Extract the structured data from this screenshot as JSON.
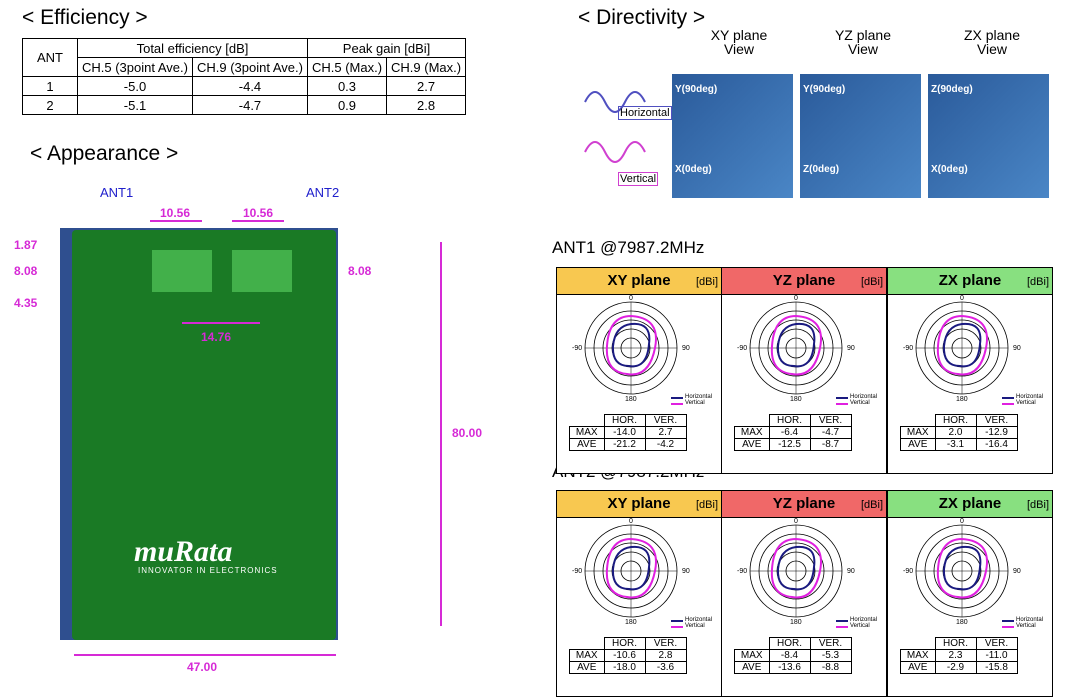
{
  "efficiency": {
    "title": "< Efficiency >",
    "header_ant": "ANT",
    "header_total": "Total efficiency  [dB]",
    "header_peak": "Peak gain [dBi]",
    "sub_headers": [
      "CH.5 (3point Ave.)",
      "CH.9 (3point Ave.)",
      "CH.5 (Max.)",
      "CH.9 (Max.)"
    ],
    "rows": [
      {
        "ant": "1",
        "v": [
          "-5.0",
          "-4.4",
          "0.3",
          "2.7"
        ]
      },
      {
        "ant": "2",
        "v": [
          "-5.1",
          "-4.7",
          "0.9",
          "2.8"
        ]
      }
    ]
  },
  "appearance": {
    "title": "< Appearance >",
    "ant1": "ANT1",
    "ant2": "ANT2",
    "dims": {
      "w1": "10.56",
      "w2": "10.56",
      "h1": "1.87",
      "h2": "8.08",
      "h3": "4.35",
      "h4": "8.08",
      "gap": "14.76",
      "height": "80.00",
      "width": "47.00"
    },
    "logo": "muRata",
    "tagline": "INNOVATOR IN ELECTRONICS"
  },
  "directivity": {
    "title": "< Directivity >",
    "planes": [
      {
        "name": "XY plane",
        "view": "View",
        "y_axis": "Y(90deg)",
        "x_axis": "X(0deg)",
        "arrow_color": "#f0a020"
      },
      {
        "name": "YZ plane",
        "view": "View",
        "y_axis": "Y(90deg)",
        "x_axis": "Z(0deg)",
        "arrow_color": "#e04040"
      },
      {
        "name": "ZX plane",
        "view": "View",
        "y_axis": "Z(90deg)",
        "x_axis": "X(0deg)",
        "arrow_color": "#60d060"
      }
    ],
    "horizontal": "Horizontal",
    "vertical": "Vertical"
  },
  "patterns": {
    "ticks": {
      "top": "0",
      "left": "-90",
      "right": "90",
      "bottom": "180"
    },
    "legend_h": "Horizontal",
    "legend_v": "Vertical",
    "unit": "[dBi]",
    "col_h": "HOR.",
    "col_v": "VER.",
    "row_max": "MAX",
    "row_ave": "AVE",
    "header_colors": [
      "#f8c850",
      "#f06868",
      "#88e080"
    ],
    "ant1": {
      "title": "ANT1 @7987.2MHz",
      "panels": [
        {
          "plane": "XY plane",
          "max_h": "-14.0",
          "max_v": "2.7",
          "ave_h": "-21.2",
          "ave_v": "-4.2"
        },
        {
          "plane": "YZ plane",
          "max_h": "-6.4",
          "max_v": "-4.7",
          "ave_h": "-12.5",
          "ave_v": "-8.7"
        },
        {
          "plane": "ZX plane",
          "max_h": "2.0",
          "max_v": "-12.9",
          "ave_h": "-3.1",
          "ave_v": "-16.4"
        }
      ]
    },
    "ant2": {
      "title": "ANT2 @7987.2MHz",
      "panels": [
        {
          "plane": "XY plane",
          "max_h": "-10.6",
          "max_v": "2.8",
          "ave_h": "-18.0",
          "ave_v": "-3.6"
        },
        {
          "plane": "YZ plane",
          "max_h": "-8.4",
          "max_v": "-5.3",
          "ave_h": "-13.6",
          "ave_v": "-8.8"
        },
        {
          "plane": "ZX plane",
          "max_h": "2.3",
          "max_v": "-11.0",
          "ave_h": "-2.9",
          "ave_v": "-15.8"
        }
      ]
    }
  }
}
